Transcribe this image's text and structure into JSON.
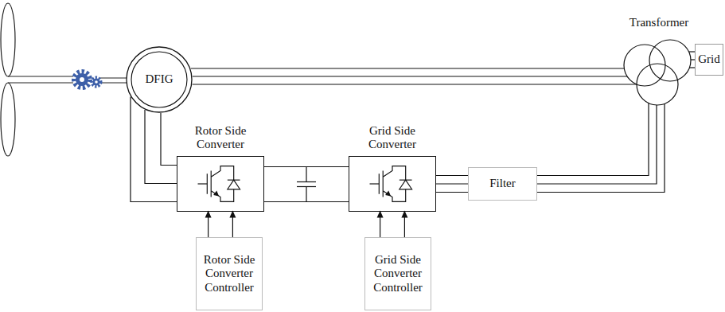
{
  "diagram": {
    "nodes": [
      {
        "text": [
          "DFIG"
        ]
      },
      {
        "text": [
          "Transformer"
        ]
      },
      {
        "text": [
          "Grid"
        ]
      },
      {
        "text": [
          "Rotor Side Converter"
        ]
      },
      {
        "text": [
          "Grid Side Converter"
        ]
      },
      {
        "text": [
          "Filter"
        ]
      },
      {
        "text": [
          "Rotor Side Converter Controller"
        ]
      },
      {
        "text": [
          "Grid Side Converter Controller"
        ]
      }
    ],
    "edges": [
      {
        "from": 0,
        "to": 1,
        "arrow": "none"
      },
      {
        "from": 0,
        "to": 3,
        "arrow": "none"
      },
      {
        "from": 3,
        "to": 4,
        "arrow": "none"
      },
      {
        "from": 4,
        "to": 5,
        "arrow": "none"
      },
      {
        "from": 5,
        "to": 1,
        "arrow": "none"
      },
      {
        "from": 1,
        "to": 2,
        "arrow": "none"
      },
      {
        "from": 6,
        "to": 3,
        "arrow": "to"
      },
      {
        "from": 6,
        "to": 3,
        "arrow": "to"
      },
      {
        "from": 7,
        "to": 4,
        "arrow": "to"
      },
      {
        "from": 7,
        "to": 4,
        "arrow": "to"
      }
    ]
  }
}
